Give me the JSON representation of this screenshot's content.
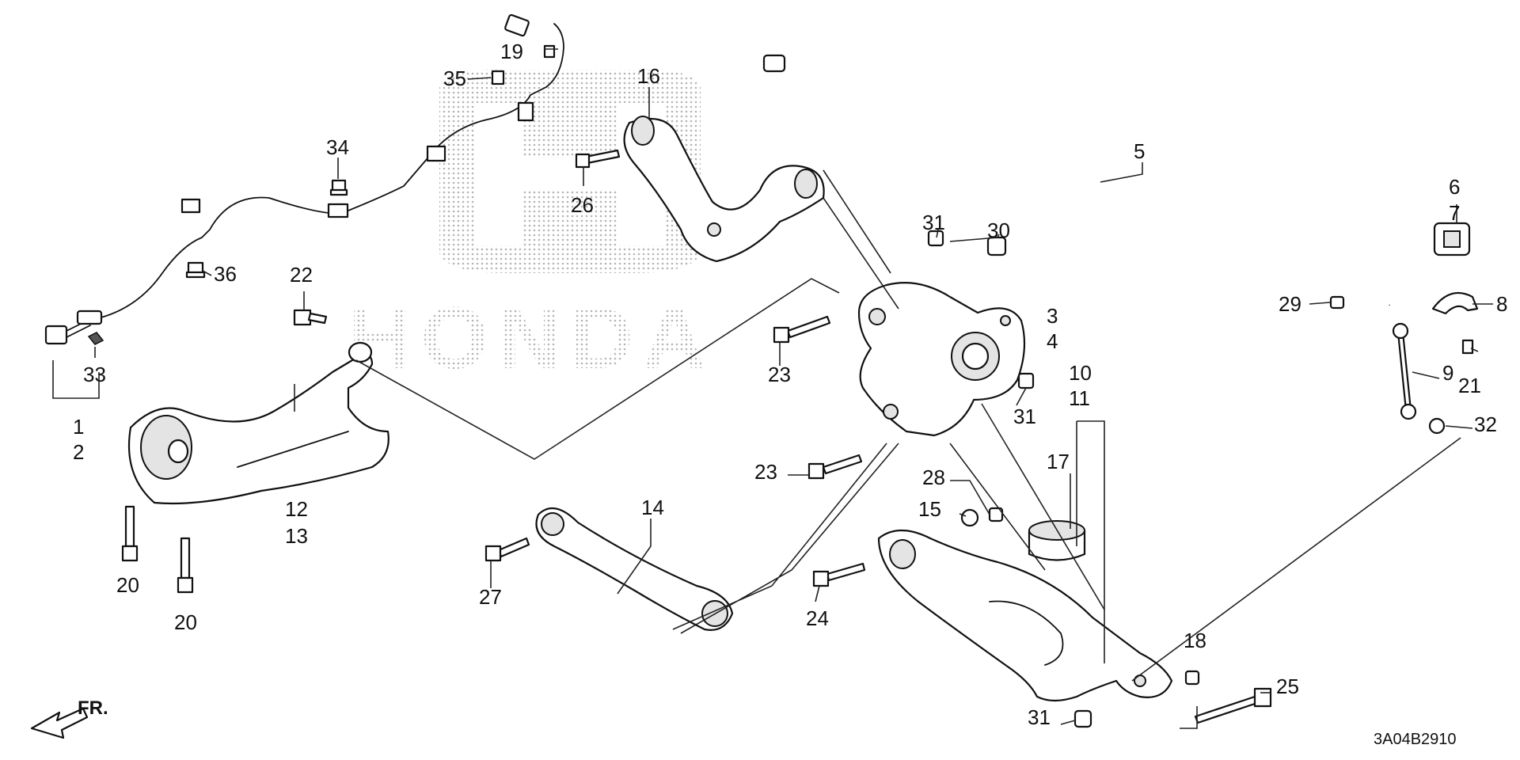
{
  "diagram_code": "3A04B2910",
  "front_indicator": "FR.",
  "watermark": {
    "icon": "honda-logo-icon",
    "text": "HONDA"
  },
  "callouts": [
    {
      "id": "c1",
      "text": "1"
    },
    {
      "id": "c2",
      "text": "2"
    },
    {
      "id": "c3",
      "text": "3"
    },
    {
      "id": "c4",
      "text": "4"
    },
    {
      "id": "c5",
      "text": "5"
    },
    {
      "id": "c6",
      "text": "6"
    },
    {
      "id": "c7",
      "text": "7"
    },
    {
      "id": "c8",
      "text": "8"
    },
    {
      "id": "c9",
      "text": "9"
    },
    {
      "id": "c10",
      "text": "10"
    },
    {
      "id": "c11",
      "text": "11"
    },
    {
      "id": "c12",
      "text": "12"
    },
    {
      "id": "c13",
      "text": "13"
    },
    {
      "id": "c14",
      "text": "14"
    },
    {
      "id": "c15",
      "text": "15"
    },
    {
      "id": "c16",
      "text": "16"
    },
    {
      "id": "c17",
      "text": "17"
    },
    {
      "id": "c18",
      "text": "18"
    },
    {
      "id": "c19",
      "text": "19"
    },
    {
      "id": "c20a",
      "text": "20"
    },
    {
      "id": "c20b",
      "text": "20"
    },
    {
      "id": "c21",
      "text": "21"
    },
    {
      "id": "c22",
      "text": "22"
    },
    {
      "id": "c23a",
      "text": "23"
    },
    {
      "id": "c23b",
      "text": "23"
    },
    {
      "id": "c24",
      "text": "24"
    },
    {
      "id": "c25",
      "text": "25"
    },
    {
      "id": "c26",
      "text": "26"
    },
    {
      "id": "c27",
      "text": "27"
    },
    {
      "id": "c28",
      "text": "28"
    },
    {
      "id": "c29",
      "text": "29"
    },
    {
      "id": "c30",
      "text": "30"
    },
    {
      "id": "c31a",
      "text": "31"
    },
    {
      "id": "c31b",
      "text": "31"
    },
    {
      "id": "c31c",
      "text": "31"
    },
    {
      "id": "c32",
      "text": "32"
    },
    {
      "id": "c33",
      "text": "33"
    },
    {
      "id": "c34",
      "text": "34"
    },
    {
      "id": "c35",
      "text": "35"
    },
    {
      "id": "c36",
      "text": "36"
    }
  ]
}
